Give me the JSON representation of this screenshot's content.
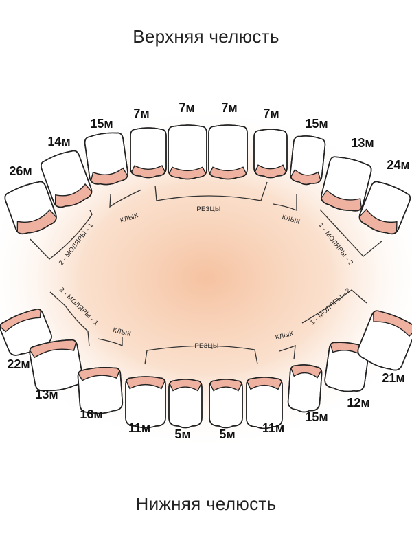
{
  "titles": {
    "upper": "Верхняя челюсть",
    "lower": "Нижняя челюсть"
  },
  "colors": {
    "gum": "#f0b2a0",
    "glow": "#f7c9a8",
    "outline": "#222222"
  },
  "upper": {
    "teeth": [
      "26м",
      "14м",
      "15м",
      "7м",
      "7м",
      "7м",
      "7м",
      "15м",
      "13м",
      "24м"
    ],
    "groups": [
      "2 - МОЛЯРЫ - 1",
      "КЛЫК",
      "РЕЗЦЫ",
      "КЛЫК",
      "1 - МОЛЯРЫ - 2"
    ]
  },
  "lower": {
    "teeth": [
      "22м",
      "13м",
      "16м",
      "11м",
      "5м",
      "5м",
      "11м",
      "15м",
      "12м",
      "21м"
    ],
    "groups": [
      "2 - МОЛЯРЫ - 1",
      "КЛЫК",
      "РЕЗЦЫ",
      "КЛЫК",
      "1 - МОЛЯРЫ - 2"
    ]
  }
}
